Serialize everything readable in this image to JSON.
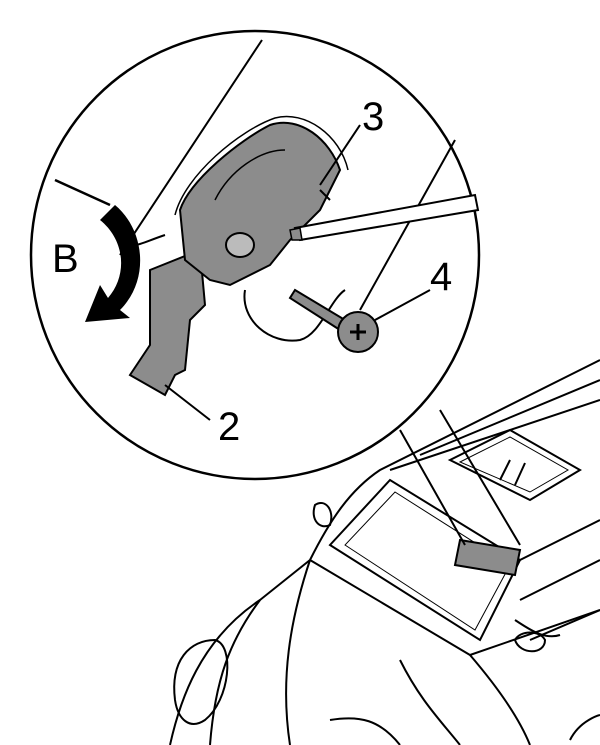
{
  "labels": {
    "part_3": "3",
    "part_4": "4",
    "part_2": "2",
    "direction_b": "B"
  },
  "colors": {
    "part_fill": "#8c8c8c",
    "stroke": "#000000",
    "background": "#ffffff"
  }
}
